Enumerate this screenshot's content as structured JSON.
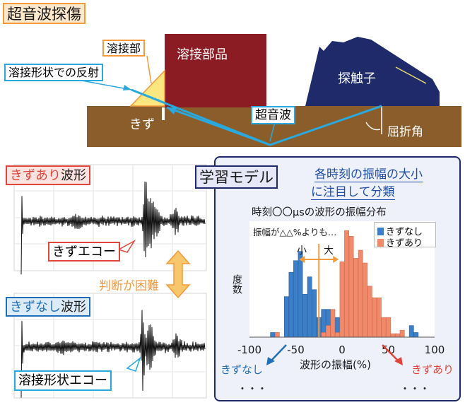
{
  "top": {
    "title": "超音波探傷",
    "label_weld": "溶接部",
    "label_weld_part": "溶接部品",
    "label_reflection": "溶接形状での反射",
    "label_probe": "探触子",
    "label_flaw": "きず",
    "label_ultrasound": "超音波",
    "label_refraction": "屈折角"
  },
  "waveforms": {
    "flaw_title_red": "きずあり",
    "flaw_title_suffix": "波形",
    "flaw_echo": "きずエコー",
    "difficulty": "判断が困難",
    "noflaw_title_blue": "きずなし",
    "noflaw_title_suffix": "波形",
    "shape_echo": "溶接形状エコー"
  },
  "model": {
    "title": "学習モデル",
    "note_line1": "各時刻の振幅の大小",
    "note_line2": "に注目して分類",
    "hist_title": "時刻〇〇µsの波形の振幅分布",
    "hist_inner_note": "振幅が△△%よりも…",
    "small": "小",
    "large": "大",
    "bottom_left": "きずなし",
    "bottom_right": "きずあり",
    "ellipsis_left": "・・・",
    "ellipsis_right": "・・・"
  },
  "colors": {
    "orange": "#f29a3c",
    "brown": "#8b5d2b",
    "maroon": "#8b1c24",
    "navy": "#1f2a6b",
    "cyan": "#29a9dd",
    "red": "#e2463b",
    "blue": "#1f6fb8",
    "bar_blue": "#3a7fc8",
    "bar_red": "#f08a6a"
  },
  "chart_data": {
    "type": "bar",
    "title": "時刻〇〇µsの波形の振幅分布",
    "xlabel": "波形の振幅(%)",
    "ylabel": "度数",
    "xlim": [
      -100,
      100
    ],
    "ylim": [
      0,
      10
    ],
    "xticks": [
      -100,
      -50,
      0,
      50,
      100
    ],
    "x": [
      -80,
      -75,
      -70,
      -65,
      -60,
      -55,
      -50,
      -45,
      -40,
      -35,
      -30,
      -25,
      -20,
      -15,
      -10,
      -5,
      0,
      5,
      10,
      15,
      20,
      25,
      30,
      35,
      40,
      45,
      50,
      55,
      60,
      65,
      70,
      75,
      80,
      85,
      90
    ],
    "series": [
      {
        "name": "きずなし",
        "values": [
          0,
          0.4,
          0,
          0,
          3.5,
          5.6,
          6.6,
          7.4,
          3.7,
          5.2,
          4.1,
          1.7,
          2.4,
          2.4,
          1.5,
          1.7,
          0,
          0,
          0,
          0,
          0,
          0,
          0,
          0,
          0,
          0,
          0,
          0,
          0,
          0,
          0,
          1,
          0.4,
          0,
          0
        ]
      },
      {
        "name": "きずあり",
        "values": [
          0,
          0,
          0.4,
          0,
          0,
          0,
          0,
          0,
          0,
          0,
          0,
          0,
          0.4,
          1,
          2.4,
          0.4,
          6.5,
          9.2,
          8.7,
          6.8,
          7.5,
          6.4,
          4.4,
          3.4,
          3.4,
          1.7,
          1.7,
          0.3,
          0.3,
          0.6,
          0,
          0,
          0,
          0,
          0
        ]
      }
    ],
    "legend": "top-right",
    "threshold": -25
  }
}
